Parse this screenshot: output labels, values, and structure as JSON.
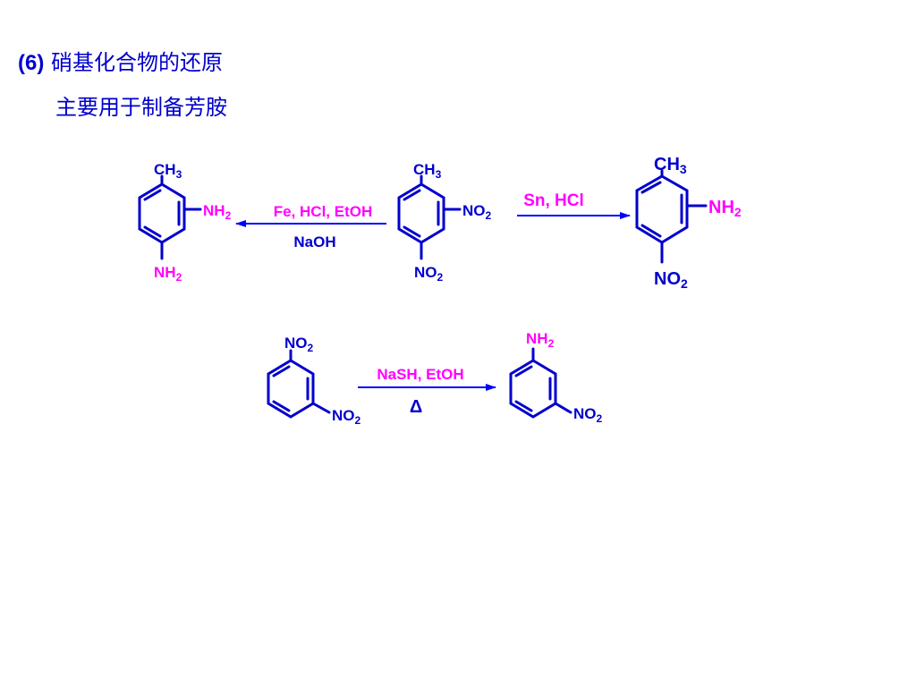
{
  "heading": {
    "number": "(6)",
    "title": "硝基化合物的还原"
  },
  "subheading": "主要用于制备芳胺",
  "colors": {
    "structure": "#0000cc",
    "arrow": "#0000ff",
    "amine_highlight": "#ff00ff"
  },
  "reaction1": {
    "reactant": {
      "methyl": "CH",
      "methyl_sub": "3",
      "nitro_top": "NO",
      "nitro_top_sub": "2",
      "nitro_bottom": "NO",
      "nitro_bottom_sub": "2"
    },
    "left_arrow": {
      "above": "Fe, HCl, EtOH",
      "below": "NaOH"
    },
    "left_product": {
      "methyl": "CH",
      "methyl_sub": "3",
      "amine_top": "NH",
      "amine_top_sub": "2",
      "amine_bottom": "NH",
      "amine_bottom_sub": "2"
    },
    "right_arrow": {
      "above": "Sn, HCl"
    },
    "right_product": {
      "methyl": "CH",
      "methyl_sub": "3",
      "amine": "NH",
      "amine_sub": "2",
      "nitro": "NO",
      "nitro_sub": "2"
    }
  },
  "reaction2": {
    "reactant": {
      "nitro_top": "NO",
      "nitro_top_sub": "2",
      "nitro_bottom": "NO",
      "nitro_bottom_sub": "2"
    },
    "arrow": {
      "above": "NaSH, EtOH",
      "below": "Δ"
    },
    "product": {
      "amine": "NH",
      "amine_sub": "2",
      "nitro": "NO",
      "nitro_sub": "2"
    }
  }
}
